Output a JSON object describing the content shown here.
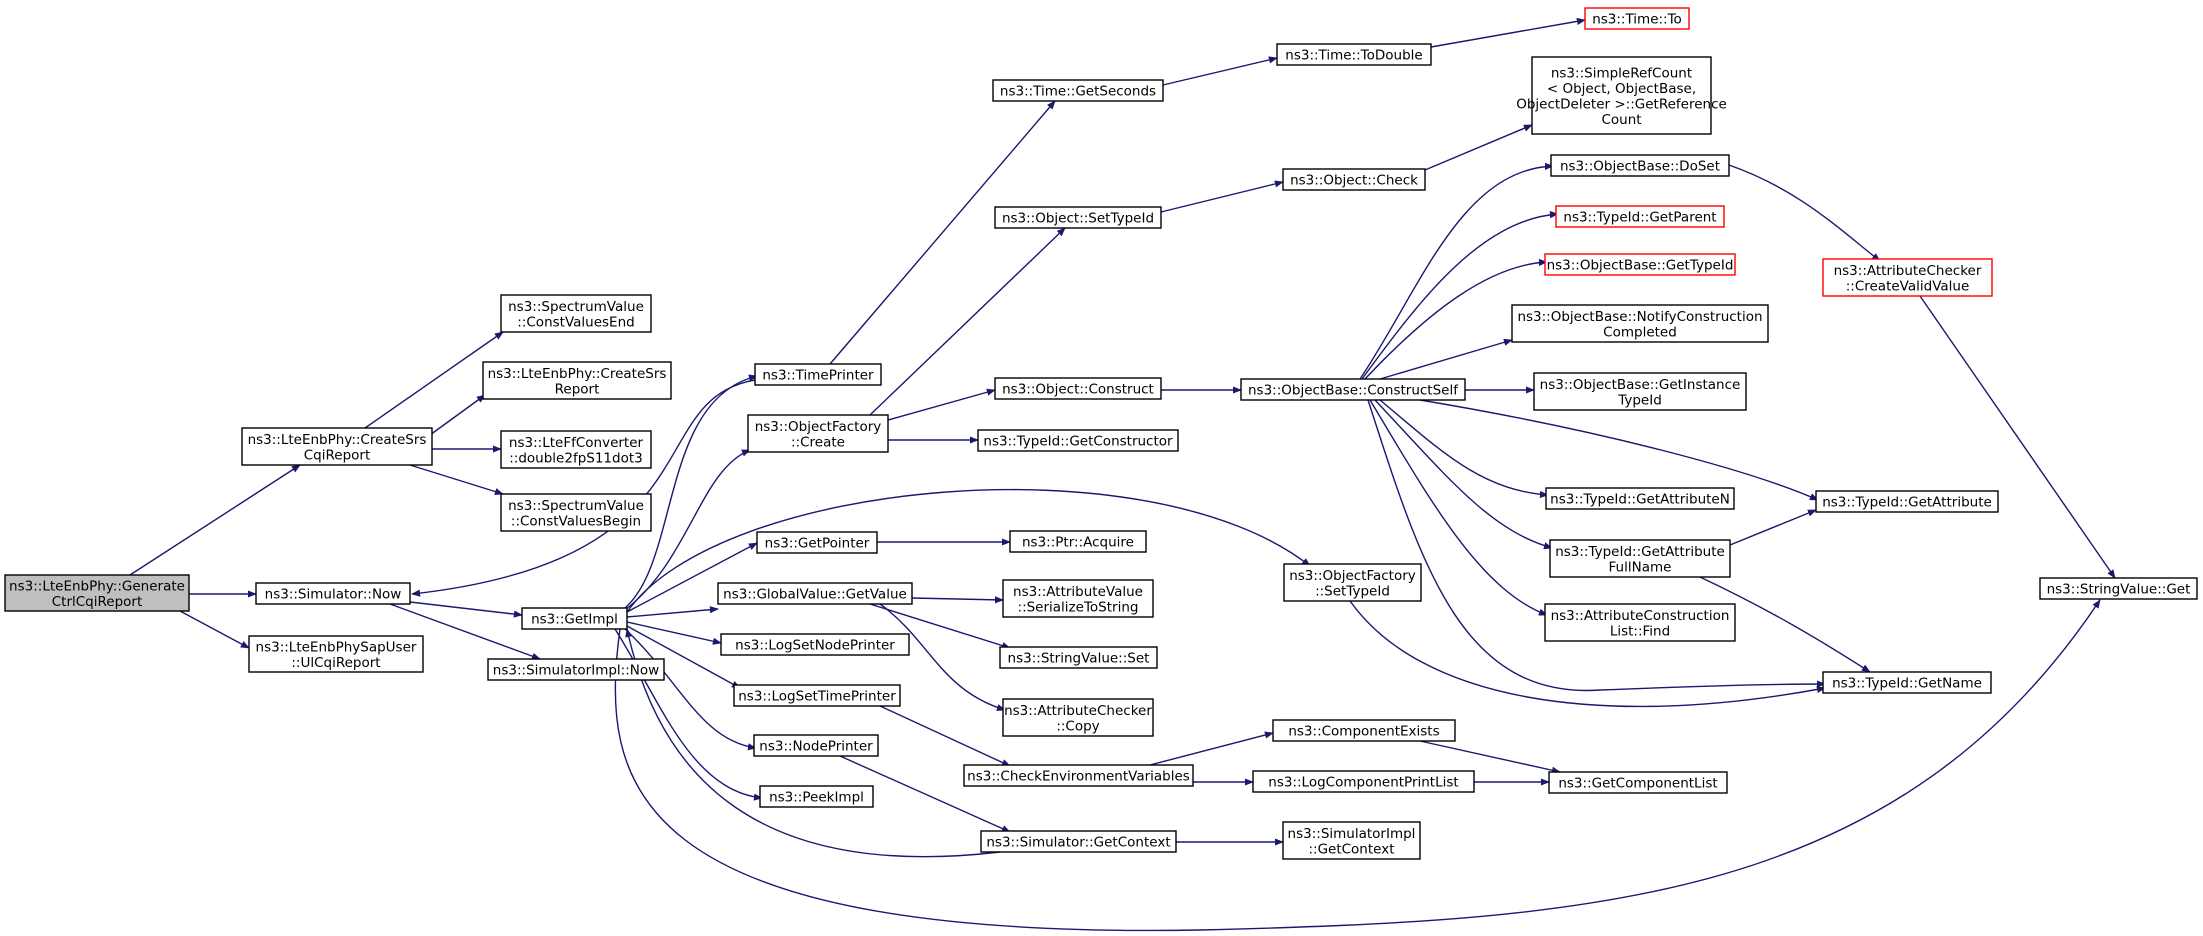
{
  "colors": {
    "edge": "#191970",
    "box_border": "#000000",
    "box_border_external": "#ff0000",
    "root_fill": "#bfbfbf"
  },
  "nodes": {
    "root": {
      "lines": [
        "ns3::LteEnbPhy::Generate",
        "CtrlCqiReport"
      ]
    },
    "createSrs": {
      "lines": [
        "ns3::LteEnbPhy::CreateSrs",
        "CqiReport"
      ]
    },
    "simNow": {
      "lines": [
        "ns3::Simulator::Now"
      ]
    },
    "sapUser": {
      "lines": [
        "ns3::LteEnbPhySapUser",
        "::UlCqiReport"
      ]
    },
    "svEnd": {
      "lines": [
        "ns3::SpectrumValue",
        "::ConstValuesEnd"
      ]
    },
    "createSrsReport": {
      "lines": [
        "ns3::LteEnbPhy::CreateSrs",
        "Report"
      ]
    },
    "lteFf": {
      "lines": [
        "ns3::LteFfConverter",
        "::double2fpS11dot3"
      ]
    },
    "svBegin": {
      "lines": [
        "ns3::SpectrumValue",
        "::ConstValuesBegin"
      ]
    },
    "getImpl": {
      "lines": [
        "ns3::GetImpl"
      ]
    },
    "simImplNow": {
      "lines": [
        "ns3::SimulatorImpl::Now"
      ]
    },
    "timePrinter": {
      "lines": [
        "ns3::TimePrinter"
      ]
    },
    "ofCreate": {
      "lines": [
        "ns3::ObjectFactory",
        "::Create"
      ]
    },
    "getPointer": {
      "lines": [
        "ns3::GetPointer"
      ]
    },
    "gvGetValue": {
      "lines": [
        "ns3::GlobalValue::GetValue"
      ]
    },
    "logNode": {
      "lines": [
        "ns3::LogSetNodePrinter"
      ]
    },
    "logTime": {
      "lines": [
        "ns3::LogSetTimePrinter"
      ]
    },
    "nodePrinter": {
      "lines": [
        "ns3::NodePrinter"
      ]
    },
    "peekImpl": {
      "lines": [
        "ns3::PeekImpl"
      ]
    },
    "timeGetSeconds": {
      "lines": [
        "ns3::Time::GetSeconds"
      ]
    },
    "objSetTypeId": {
      "lines": [
        "ns3::Object::SetTypeId"
      ]
    },
    "objConstruct": {
      "lines": [
        "ns3::Object::Construct"
      ]
    },
    "tidGetCtor": {
      "lines": [
        "ns3::TypeId::GetConstructor"
      ]
    },
    "ptrAcquire": {
      "lines": [
        "ns3::Ptr::Acquire"
      ]
    },
    "avSerialize": {
      "lines": [
        "ns3::AttributeValue",
        "::SerializeToString"
      ]
    },
    "svSet": {
      "lines": [
        "ns3::StringValue::Set"
      ]
    },
    "acCopy": {
      "lines": [
        "ns3::AttributeChecker",
        "::Copy"
      ]
    },
    "checkEnv": {
      "lines": [
        "ns3::CheckEnvironmentVariables"
      ]
    },
    "simGetContext": {
      "lines": [
        "ns3::Simulator::GetContext"
      ]
    },
    "timeToDouble": {
      "lines": [
        "ns3::Time::ToDouble"
      ]
    },
    "timeTo": {
      "lines": [
        "ns3::Time::To"
      ]
    },
    "objCheck": {
      "lines": [
        "ns3::Object::Check"
      ]
    },
    "srcGetRef": {
      "lines": [
        "ns3::SimpleRefCount",
        "< Object, ObjectBase,",
        "ObjectDeleter >::GetReference",
        "Count"
      ]
    },
    "obConstructSelf": {
      "lines": [
        "ns3::ObjectBase::ConstructSelf"
      ]
    },
    "ofSetTypeId": {
      "lines": [
        "ns3::ObjectFactory",
        "::SetTypeId"
      ]
    },
    "compExists": {
      "lines": [
        "ns3::ComponentExists"
      ]
    },
    "logCompPrint": {
      "lines": [
        "ns3::LogComponentPrintList"
      ]
    },
    "simImplGetContext": {
      "lines": [
        "ns3::SimulatorImpl",
        "::GetContext"
      ]
    },
    "obDoSet": {
      "lines": [
        "ns3::ObjectBase::DoSet"
      ]
    },
    "tidGetParent": {
      "lines": [
        "ns3::TypeId::GetParent"
      ]
    },
    "obGetTypeId": {
      "lines": [
        "ns3::ObjectBase::GetTypeId"
      ]
    },
    "obNotify": {
      "lines": [
        "ns3::ObjectBase::NotifyConstruction",
        "Completed"
      ]
    },
    "obGetInstance": {
      "lines": [
        "ns3::ObjectBase::GetInstance",
        "TypeId"
      ]
    },
    "tidGetAttrN": {
      "lines": [
        "ns3::TypeId::GetAttributeN"
      ]
    },
    "tidGetAttrFull": {
      "lines": [
        "ns3::TypeId::GetAttribute",
        "FullName"
      ]
    },
    "acListFind": {
      "lines": [
        "ns3::AttributeConstruction",
        "List::Find"
      ]
    },
    "getCompList": {
      "lines": [
        "ns3::GetComponentList"
      ]
    },
    "acCreateValid": {
      "lines": [
        "ns3::AttributeChecker",
        "::CreateValidValue"
      ]
    },
    "tidGetAttr": {
      "lines": [
        "ns3::TypeId::GetAttribute"
      ]
    },
    "tidGetName": {
      "lines": [
        "ns3::TypeId::GetName"
      ]
    },
    "svGet": {
      "lines": [
        "ns3::StringValue::Get"
      ]
    }
  }
}
